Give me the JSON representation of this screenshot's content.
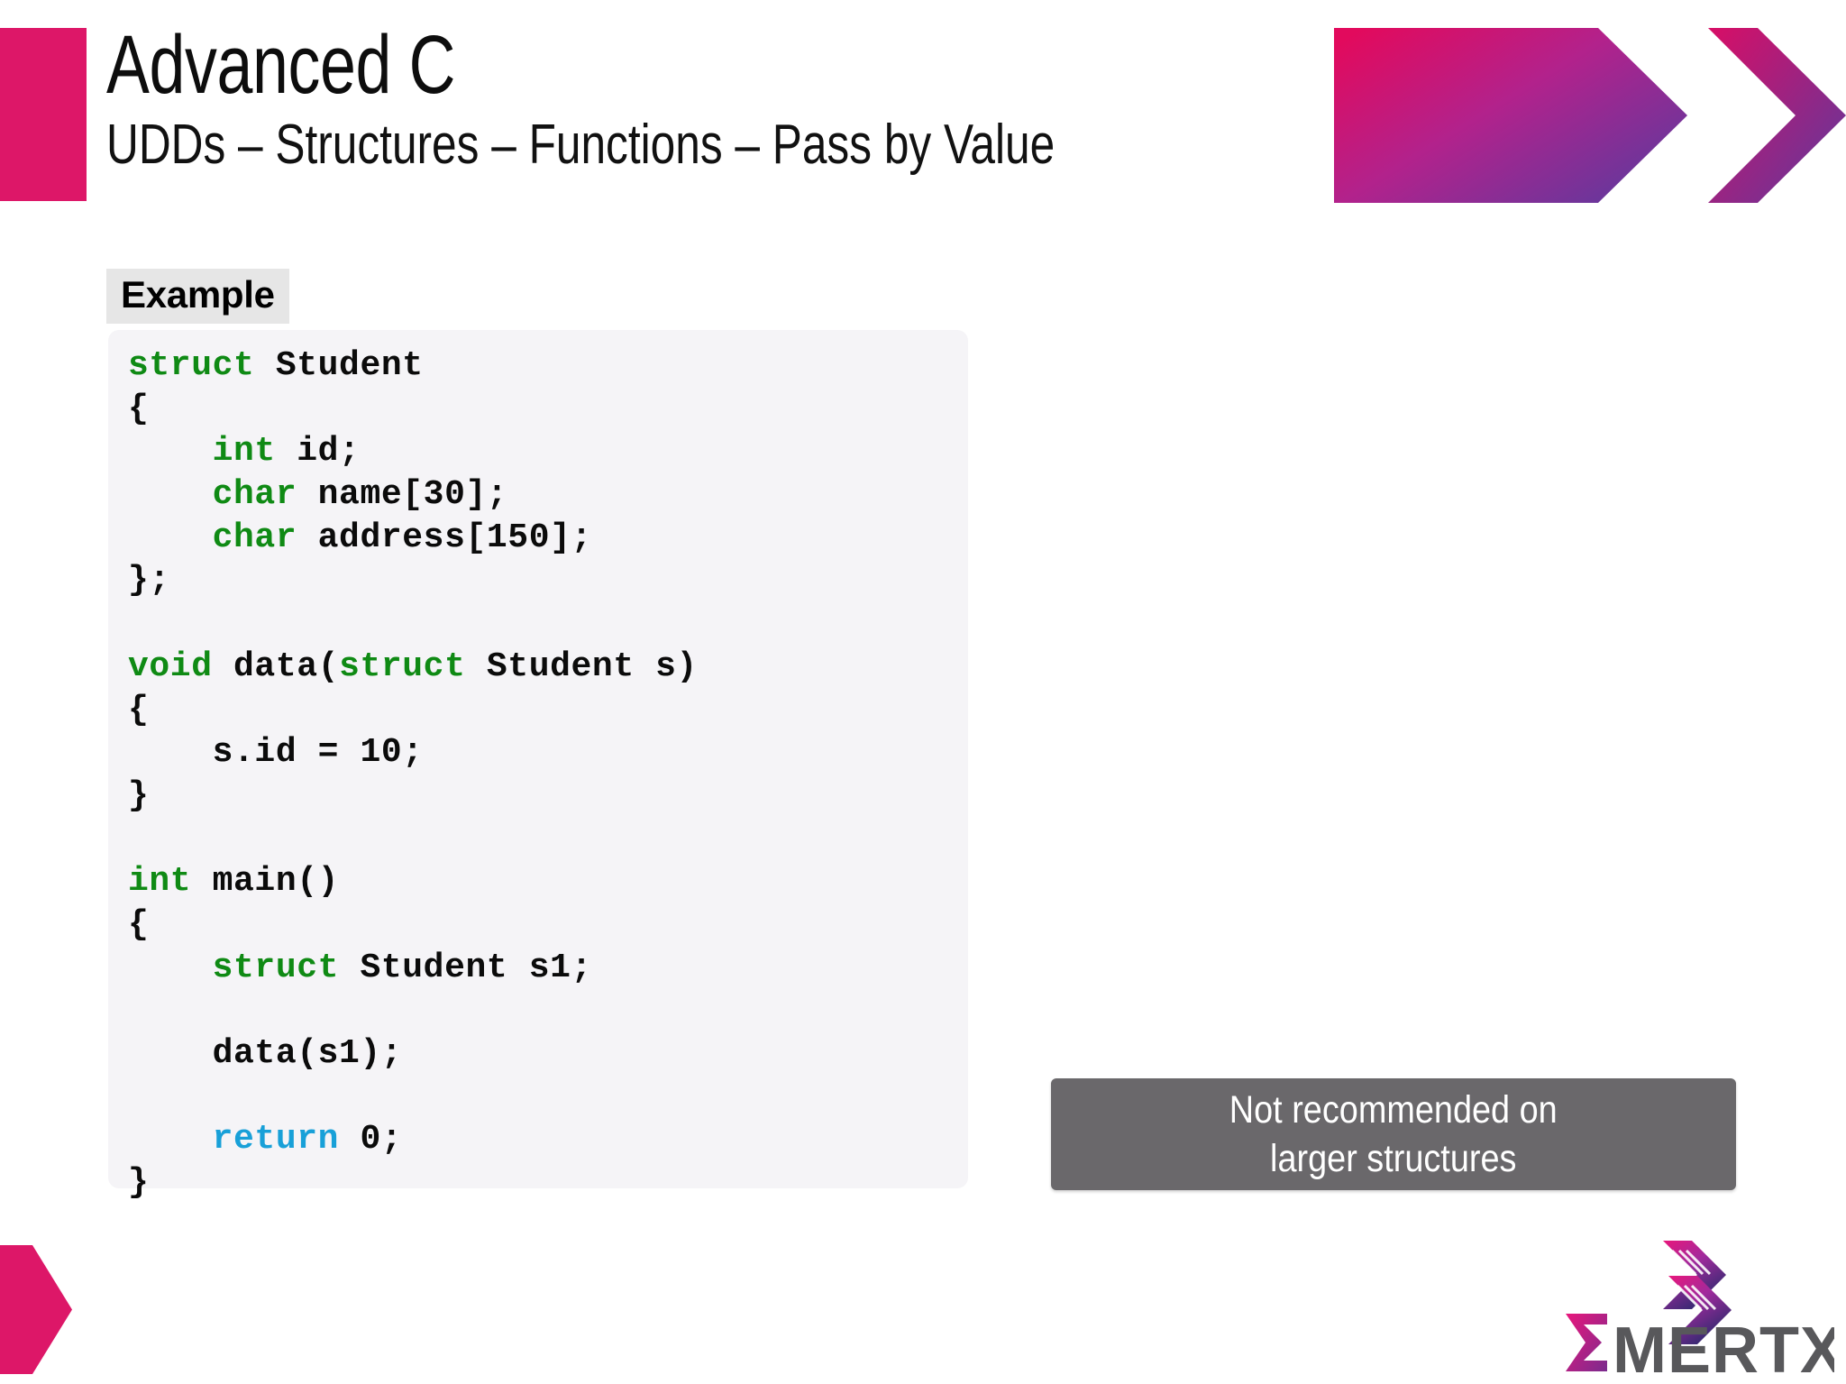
{
  "header": {
    "title": "Advanced C",
    "subtitle": "UDDs – Structures – Functions – Pass by Value",
    "accent_color": "#dd1768",
    "banner_gradient_from": "#e10a5f",
    "banner_gradient_to": "#5b3a9e"
  },
  "example": {
    "label": "Example",
    "label_bg": "#e6e6e6",
    "code_bg": "#f5f4f7",
    "keyword_color": "#0f8a14",
    "return_color": "#18a0d8",
    "code_lines": [
      [
        {
          "t": "struct",
          "c": "kw"
        },
        {
          "t": " Student",
          "c": "pl"
        }
      ],
      [
        {
          "t": "{",
          "c": "pl"
        }
      ],
      [
        {
          "t": "    ",
          "c": "pl"
        },
        {
          "t": "int",
          "c": "kw"
        },
        {
          "t": " id;",
          "c": "pl"
        }
      ],
      [
        {
          "t": "    ",
          "c": "pl"
        },
        {
          "t": "char",
          "c": "kw"
        },
        {
          "t": " name[30];",
          "c": "pl"
        }
      ],
      [
        {
          "t": "    ",
          "c": "pl"
        },
        {
          "t": "char",
          "c": "kw"
        },
        {
          "t": " address[150];",
          "c": "pl"
        }
      ],
      [
        {
          "t": "};",
          "c": "pl"
        }
      ],
      [
        {
          "t": "",
          "c": "pl"
        }
      ],
      [
        {
          "t": "void",
          "c": "kw"
        },
        {
          "t": " data(",
          "c": "pl"
        },
        {
          "t": "struct",
          "c": "kw"
        },
        {
          "t": " Student s)",
          "c": "pl"
        }
      ],
      [
        {
          "t": "{",
          "c": "pl"
        }
      ],
      [
        {
          "t": "    s.id = 10;",
          "c": "pl"
        }
      ],
      [
        {
          "t": "}",
          "c": "pl"
        }
      ],
      [
        {
          "t": "",
          "c": "pl"
        }
      ],
      [
        {
          "t": "int",
          "c": "kw"
        },
        {
          "t": " main()",
          "c": "pl"
        }
      ],
      [
        {
          "t": "{",
          "c": "pl"
        }
      ],
      [
        {
          "t": "    ",
          "c": "pl"
        },
        {
          "t": "struct",
          "c": "kw"
        },
        {
          "t": " Student s1;",
          "c": "pl"
        }
      ],
      [
        {
          "t": "",
          "c": "pl"
        }
      ],
      [
        {
          "t": "    data(s1);",
          "c": "pl"
        }
      ],
      [
        {
          "t": "",
          "c": "pl"
        }
      ],
      [
        {
          "t": "    ",
          "c": "pl"
        },
        {
          "t": "return",
          "c": "ret"
        },
        {
          "t": " 0;",
          "c": "pl"
        }
      ],
      [
        {
          "t": "}",
          "c": "pl"
        }
      ]
    ]
  },
  "note": {
    "text": "Not recommended on\nlarger structures",
    "bg_color": "#6a686b",
    "text_color": "#ffffff"
  },
  "footer": {
    "arrow_color": "#dd1768",
    "logo_wordmark": "MERTXE",
    "logo_sigma": "Σ",
    "logo_text_color": "#58585b"
  }
}
